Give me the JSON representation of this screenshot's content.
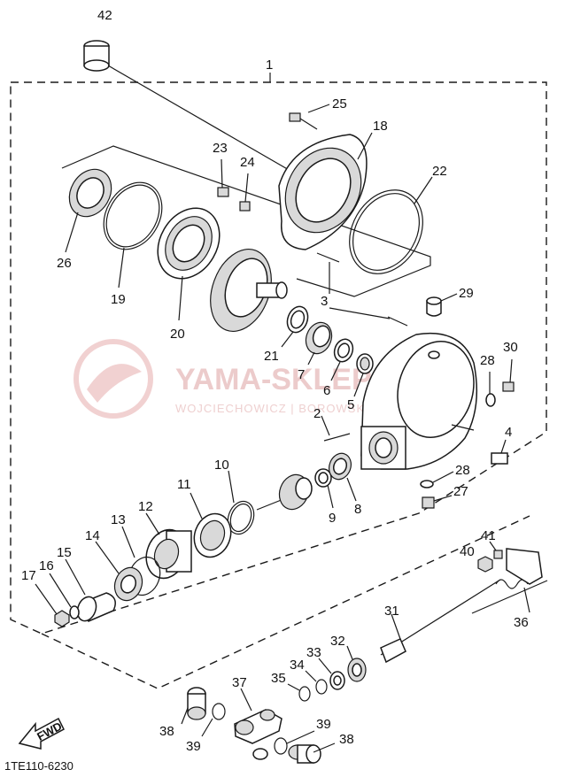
{
  "diagram_title": "1",
  "reference_code": "1TE110-6230",
  "fwd_label": "FWD",
  "watermark": {
    "brand": "YAMA-SKLEP.PL",
    "subtitle": "WOJCIECHOWICZ | BOROWSKI | TOMASZEK"
  },
  "callouts": [
    "42",
    "25",
    "18",
    "23",
    "24",
    "22",
    "26",
    "19",
    "20",
    "3",
    "29",
    "21",
    "7",
    "6",
    "5",
    "30",
    "28",
    "2",
    "4",
    "10",
    "28",
    "27",
    "11",
    "9",
    "8",
    "12",
    "13",
    "14",
    "15",
    "16",
    "17",
    "41",
    "40",
    "36",
    "31",
    "32",
    "33",
    "34",
    "35",
    "37",
    "38",
    "39",
    "39",
    "38"
  ]
}
